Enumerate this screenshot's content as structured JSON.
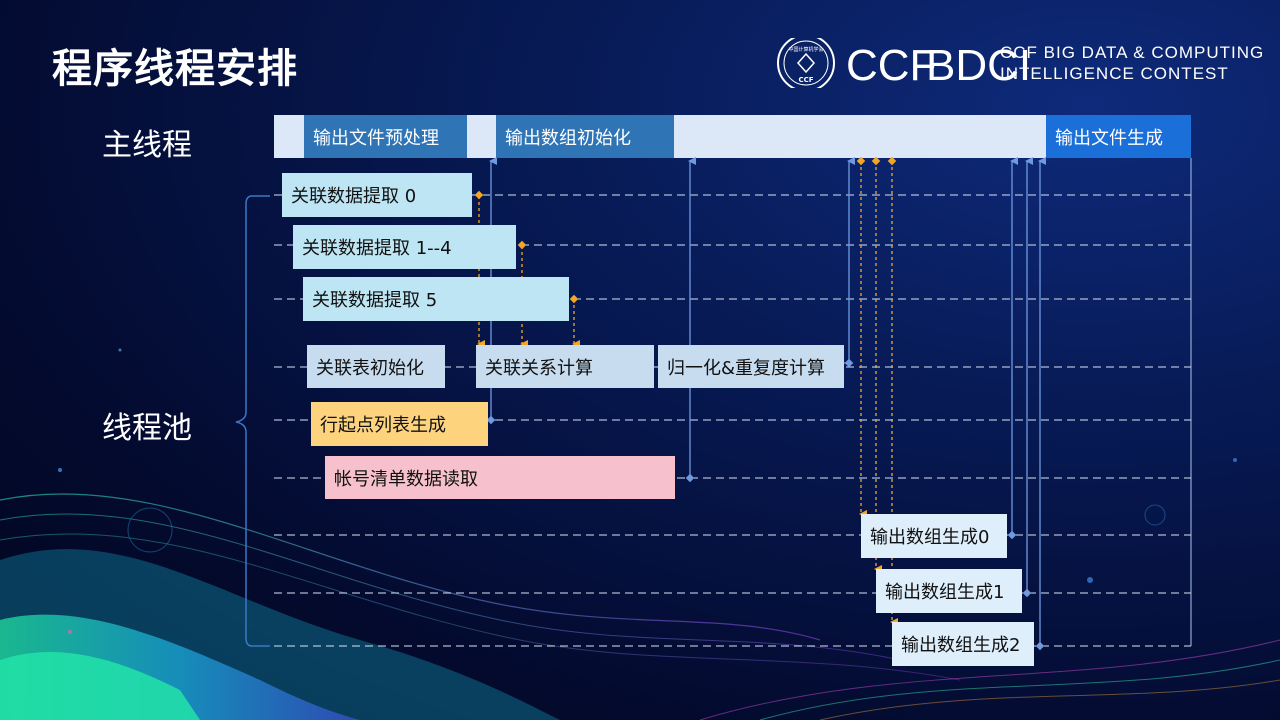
{
  "title": "程序线程安排",
  "logo": {
    "ccf": "CCF",
    "bdci": "BDCI",
    "line1": "CCF BIG DATA & COMPUTING",
    "line2": "INTELLIGENCE CONTEST",
    "seal_text": "中国计算机学会"
  },
  "sections": {
    "main_thread": "主线程",
    "thread_pool": "线程池"
  },
  "main_thread_tasks": {
    "preprocess": "输出文件预处理",
    "init_arrays": "输出数组初始化",
    "gen_file": "输出文件生成"
  },
  "pool_tasks": {
    "extract0": "关联数据提取 0",
    "extract1_4": "关联数据提取  1--4",
    "extract5": "关联数据提取  5",
    "table_init": "关联表初始化",
    "relation_calc": "关联关系计算",
    "normalize": "归一化&重复度计算",
    "row_start": "行起点列表生成",
    "account_read": "帐号清单数据读取",
    "arr0": "输出数组生成0",
    "arr1": "输出数组生成1",
    "arr2": "输出数组生成2"
  },
  "colors": {
    "dark_blue": "#2f74b5",
    "bright_blue": "#1a6fd8",
    "light_blue": "#bde5f4",
    "orange_task": "#fed37e",
    "pink_task": "#f6c1cc",
    "arrow_orange": "#f5a623",
    "arrow_blue": "#6f9ae0"
  }
}
